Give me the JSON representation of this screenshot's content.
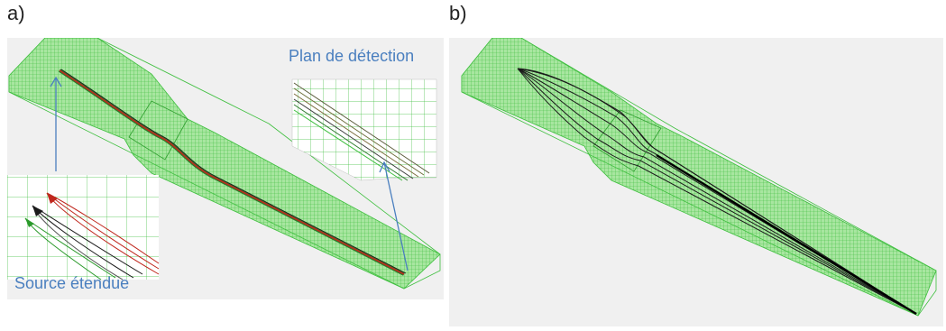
{
  "panel_a": {
    "letter": "a)",
    "label_detection": "Plan de détection",
    "label_source": "Source étendue"
  },
  "panel_b": {
    "letter": "b)"
  },
  "colors": {
    "background": "#f0f0f0",
    "mesh_fill": "#a8e6a0",
    "mesh_line": "#3fbf3f",
    "ray_red": "#c0281e",
    "ray_dark": "#1a1a1a",
    "annotation": "#4a7fbf",
    "boundary_magenta": "#d070d0"
  }
}
